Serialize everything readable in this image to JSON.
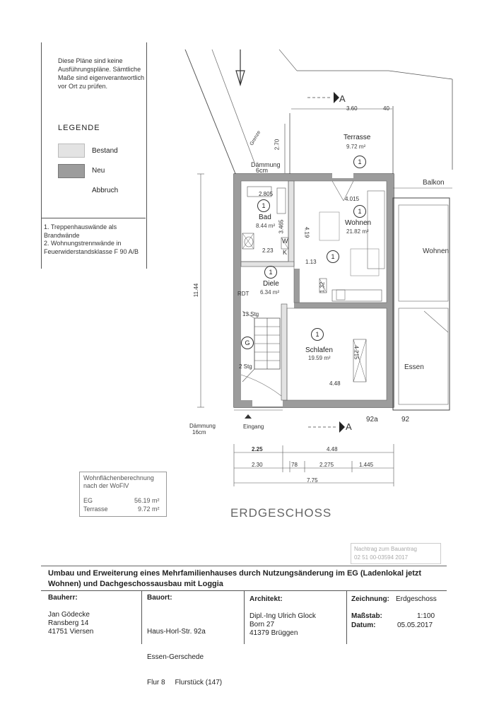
{
  "note": {
    "text": "Diese Pläne sind keine Ausführungspläne. Sämtliche Maße sind eigenverantwortlich vor Ort zu prüfen."
  },
  "legend": {
    "title": "LEGENDE",
    "items": [
      {
        "label": "Bestand",
        "color": "#e3e3e3"
      },
      {
        "label": "Neu",
        "color": "#9c9c9c"
      },
      {
        "label": "Abbruch"
      }
    ]
  },
  "notes": [
    "1. Treppenhauswände als Brandwände",
    "2. Wohnungstrennwände in Feuerwiderstandsklasse F 90 A/B"
  ],
  "plan": {
    "rooms": [
      {
        "name": "Bad",
        "area": "8.44 m²",
        "marker": "1"
      },
      {
        "name": "Wohnen",
        "area": "21.82 m²",
        "marker": "1"
      },
      {
        "name": "Diele",
        "area": "6.34 m²",
        "marker": "1"
      },
      {
        "name": "Schlafen",
        "area": "19.59 m²",
        "marker": "1"
      },
      {
        "name": "Terrasse",
        "area": "9.72 m²",
        "marker": "1"
      }
    ],
    "labels": {
      "daemmung_top": "Dämmung",
      "daemmung_top_size": "6cm",
      "daemmung_bottom": "Dämmung",
      "daemmung_bottom_size": "16cm",
      "eingang": "Eingang",
      "grenze": "Grenze",
      "balkon": "Balkon",
      "wohnen_neighbor": "Wohnen",
      "essen": "Essen",
      "section_a_top": "A",
      "section_a_bottom": "A",
      "house_92a": "92a",
      "house_92": "92",
      "stair_13": "13 Stg",
      "stair_2": "2 Stg",
      "stair_marker": "G",
      "rdt": "RDT",
      "w_label": "W",
      "k_label": "K",
      "grenze_top": "Grenze"
    },
    "dims": {
      "d360": "3.60",
      "d40": "40",
      "d270": "2.70",
      "d2805": "2.805",
      "d4015": "4.015",
      "d3465": "3.465",
      "d419": "4.19",
      "d223": "2.23",
      "d113": "1.13",
      "d132": "1.32",
      "d4215": "4.215",
      "d448": "4.48",
      "d1144": "11.44",
      "b225": "2.25",
      "b448": "4.48",
      "b230": "2.30",
      "b78": "78",
      "b2275": "2.275",
      "b1445": "1.445",
      "b775": "7.75"
    }
  },
  "wohnflaeche": {
    "title": "Wohnflächenberechnung nach der WoFlV",
    "rows": [
      {
        "label": "EG",
        "value": "56.19 m²"
      },
      {
        "label": "Terrasse",
        "value": "9.72 m²"
      }
    ]
  },
  "floor_title": "ERDGESCHOSS",
  "stamp": {
    "line1": "Nachtrag zum Bauantrag",
    "line2": "02 51 00-03594 2017"
  },
  "title_block": {
    "project": "Umbau und Erweiterung eines Mehrfamilienhauses durch Nutzungsänderung im EG (Ladenlokal jetzt Wohnen) und Dachgeschossausbau mit Loggia",
    "bauherr": {
      "head": "Bauherr:",
      "lines": [
        "Jan Gödecke",
        "Ransberg 14",
        "41751 Viersen"
      ]
    },
    "bauort": {
      "head": "Bauort:",
      "lines": [
        "Haus-Horl-Str. 92a",
        "Essen-Gerschede",
        "Flur 8     Flurstück (147)"
      ]
    },
    "architekt": {
      "head": "Architekt:",
      "lines": [
        "Dipl.-Ing Ulrich Glock",
        "Born 27",
        "41379 Brüggen"
      ]
    },
    "zeichnung": {
      "head": "Zeichnung:",
      "value": "Erdgeschoss"
    },
    "massstab": {
      "head": "Maßstab:",
      "value": "1:100"
    },
    "datum": {
      "head": "Datum:",
      "value": "05.05.2017"
    }
  }
}
